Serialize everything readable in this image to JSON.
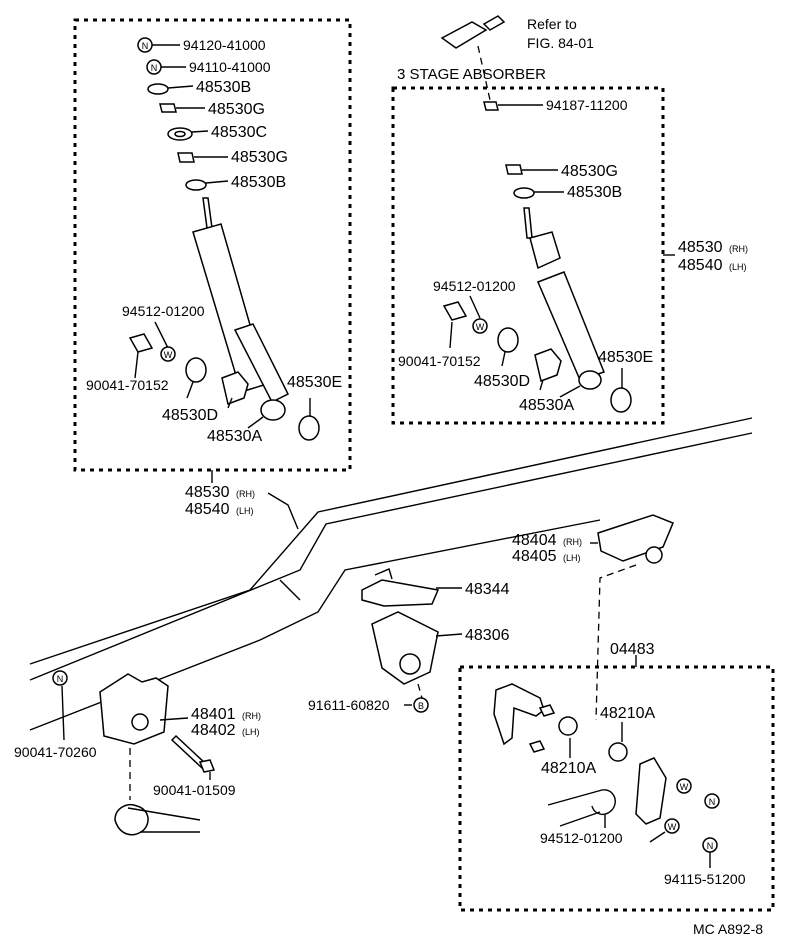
{
  "header_ref": {
    "line1": "Refer to",
    "line2": "FIG. 84-01"
  },
  "subtitle": "3 STAGE ABSORBER",
  "left_group": {
    "parts": {
      "p1": "94120-41000",
      "p2": "94110-41000",
      "p3": "48530B",
      "p4": "48530G",
      "p5": "48530C",
      "p6": "48530G",
      "p7": "48530B",
      "p8": "94512-01200",
      "p9": "90041-70152",
      "p10": "48530D",
      "p11": "48530A",
      "p12": "48530E"
    },
    "assy": {
      "rh": "48530",
      "rh_sfx": "(RH)",
      "lh": "48540",
      "lh_sfx": "(LH)"
    }
  },
  "right_group": {
    "parts": {
      "p1": "94187-11200",
      "p2": "48530G",
      "p3": "48530B",
      "p4": "94512-01200",
      "p5": "90041-70152",
      "p6": "48530D",
      "p7": "48530A",
      "p8": "48530E"
    },
    "assy": {
      "rh": "48530",
      "rh_sfx": "(RH)",
      "lh": "48540",
      "lh_sfx": "(LH)"
    }
  },
  "lower": {
    "bracket_rh": "48404",
    "bracket_rh_sfx": "(RH)",
    "bracket_lh": "48405",
    "bracket_lh_sfx": "(LH)",
    "plate": "48344",
    "seat": "48306",
    "bolt_b": "91611-60820",
    "hanger_rh": "48401",
    "hanger_rh_sfx": "(RH)",
    "hanger_lh": "48402",
    "hanger_lh_sfx": "(LH)",
    "nut_left": "90041-70260",
    "bolt_left": "90041-01509",
    "shackle_kit": "04483",
    "bush1": "48210A",
    "bush2": "48210A",
    "bushing": "94512-01200",
    "nut_right": "94115-51200"
  },
  "symbols": {
    "n": "N",
    "w": "W",
    "b": "B"
  },
  "footer_code": "MC A892-8"
}
